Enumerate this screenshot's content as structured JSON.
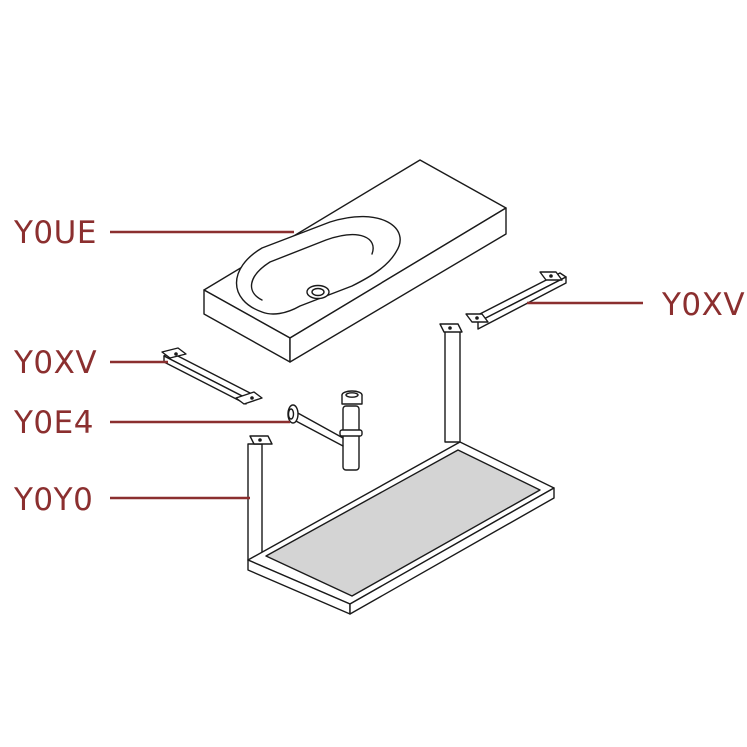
{
  "colors": {
    "callout": "#8b2f2f",
    "line_art": "#1a1a1a",
    "shelf_fill": "#d4d4d4",
    "background": "#ffffff"
  },
  "parts": [
    {
      "id": "basin",
      "code": "Y0UE"
    },
    {
      "id": "bracket-right",
      "code": "Y0XV"
    },
    {
      "id": "bracket-left",
      "code": "Y0XV"
    },
    {
      "id": "siphon",
      "code": "Y0E4"
    },
    {
      "id": "frame",
      "code": "Y0Y0"
    }
  ]
}
